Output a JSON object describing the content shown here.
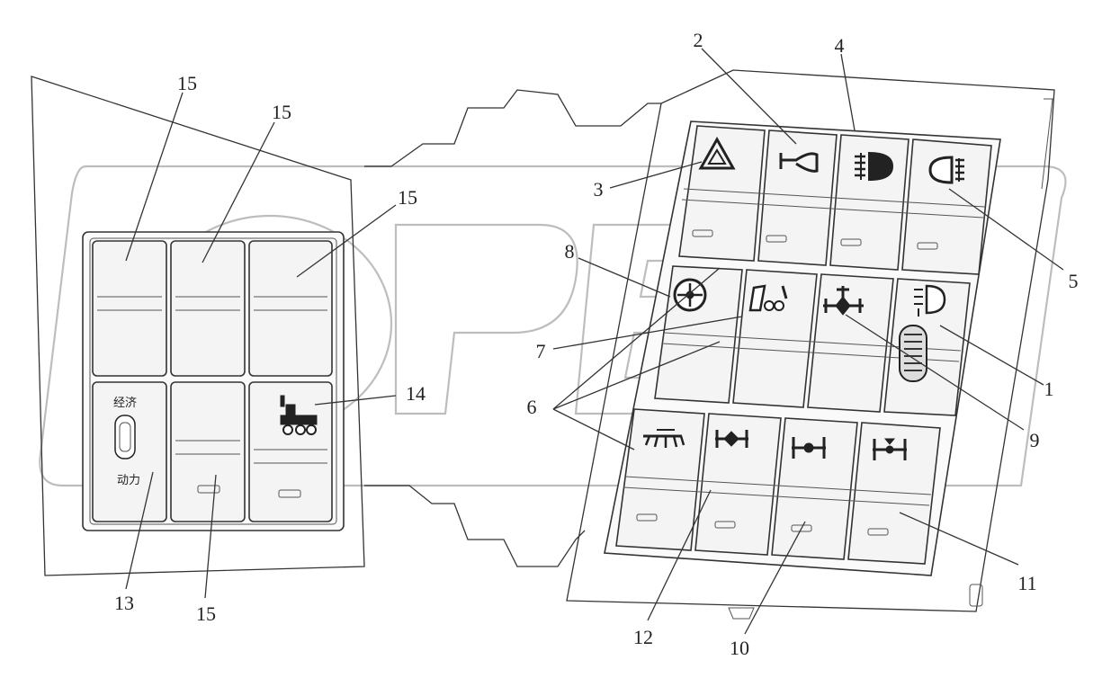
{
  "diagram": {
    "callouts": {
      "c1": "1",
      "c2": "2",
      "c3": "3",
      "c4": "4",
      "c5": "5",
      "c6": "6",
      "c7": "7",
      "c8": "8",
      "c9": "9",
      "c10": "10",
      "c11": "11",
      "c12": "12",
      "c13": "13",
      "c14": "14",
      "c15a": "15",
      "c15b": "15",
      "c15c": "15",
      "c15d": "15"
    },
    "left_panel": {
      "switch_top_text": "经济",
      "switch_bottom_text": "动力"
    },
    "icons": {
      "c3": "hazard-triangle-icon",
      "c2": "horn-icon",
      "c4": "front-fog-light-icon",
      "c5": "rear-fog-light-icon",
      "c8": "differential-lock-icon",
      "c7": "seat-lift-icon",
      "c9": "inter-axle-lock-icon",
      "c1": "headlight-leveling-icon",
      "c6": "work-light-icon",
      "c12": "wheel-diff-lock-icon",
      "c10": "axle-lock-icon",
      "c11": "axle-lift-icon",
      "c14": "pto-truck-icon",
      "c13": "economy-power-rocker-icon"
    },
    "watermark_color": "#bdbdbd"
  }
}
